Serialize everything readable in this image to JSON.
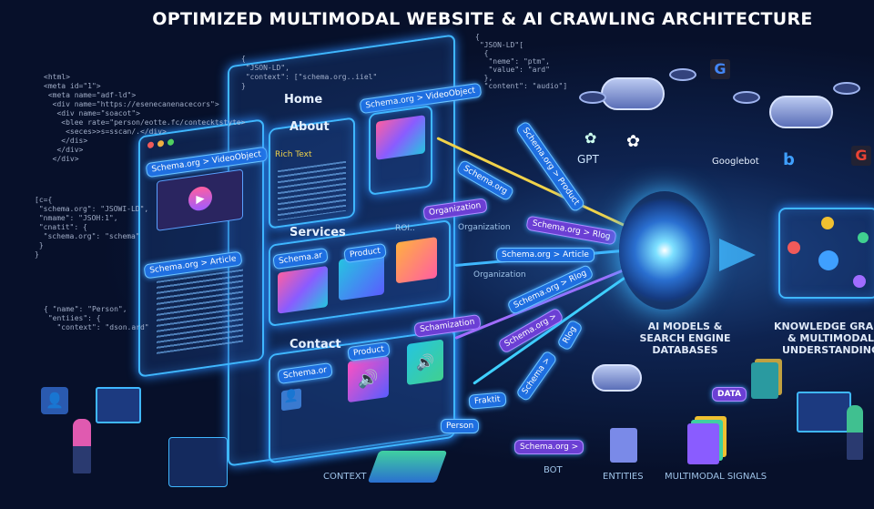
{
  "title": "OPTIMIZED MULTIMODAL WEBSITE & AI CRAWLING ARCHITECTURE",
  "code_snippets": {
    "html": "<html>\n<meta id=\"1\">\n <meta name=\"adf-ld\">\n  <div name=\"https://esenecanenacecors\">\n   <div name=\"soacot\">\n    <blee rate=\"person/eotte.fc/contecktstyte>\n     <seces>>s=sscan/.</div>\n    </dis>\n   </div>\n  </div>",
    "jsonld_left": "[c={\n \"schema.org\": \"JSOWI-LD\",\n \"nmame\": \"JSOH:1\",\n \"cnatit\": {\n  \"schema.org\": \"schema\"\n }\n}",
    "person": "{ \"name\": \"Person\",\n \"entiies\": {\n   \"context\": \"dson.ard\"",
    "top_center": "{\n \"JSON-LD\",\n \"context\": [\"schema.org..iiel\"\n}",
    "top_right": "{\n \"JSON-LD\"[\n  {\n   \"neme\": \"ptm\",\n   \"value\": \"ard\"\n  },\n  \"content\": \"audio\"]"
  },
  "website": {
    "home": "Home",
    "about": "About",
    "rich_text": "Rich Text",
    "services": "Services",
    "contact": "Contact",
    "tags": {
      "video_left": "Schema.org > VideoObject",
      "article_left": "Schema.org > Article",
      "video_top": "Schema.org > VideoObject",
      "services_schema": "Schema.ar",
      "services_product": "Product",
      "services_roi": "ROI..",
      "organization": "Organization",
      "contact_schema": "Schema.or",
      "contact_product": "Product",
      "schamization": "Schamization"
    }
  },
  "stream_labels": [
    "Schema.org > Product",
    "Schema.org",
    "Schema.org > Rlog",
    "Schema.org > Article",
    "Schema.org > Rlog",
    "Schema.org >",
    "Schema >",
    "Rlog",
    "Fraktit",
    "Person",
    "Schema.org >"
  ],
  "organization_labels": [
    "Organization",
    "Organization"
  ],
  "bots": {
    "gpt": "GPT",
    "googlebot": "Googlebot"
  },
  "captions": {
    "ai_models": "AI MODELS &\nSEARCH ENGINE\nDATABASES",
    "knowledge": "KNOWLEDGE GRAPH\n& MULTIMODAL\nUNDERSTANDING",
    "context": "CONTEXT",
    "bot": "BOT",
    "entities": "ENTITIES",
    "multimodal": "MULTIMODAL SIGNALS",
    "data": "DATA"
  },
  "colors": {
    "accent": "#3fb7ff",
    "purple": "#6b3fd4",
    "bg": "#07102a"
  }
}
